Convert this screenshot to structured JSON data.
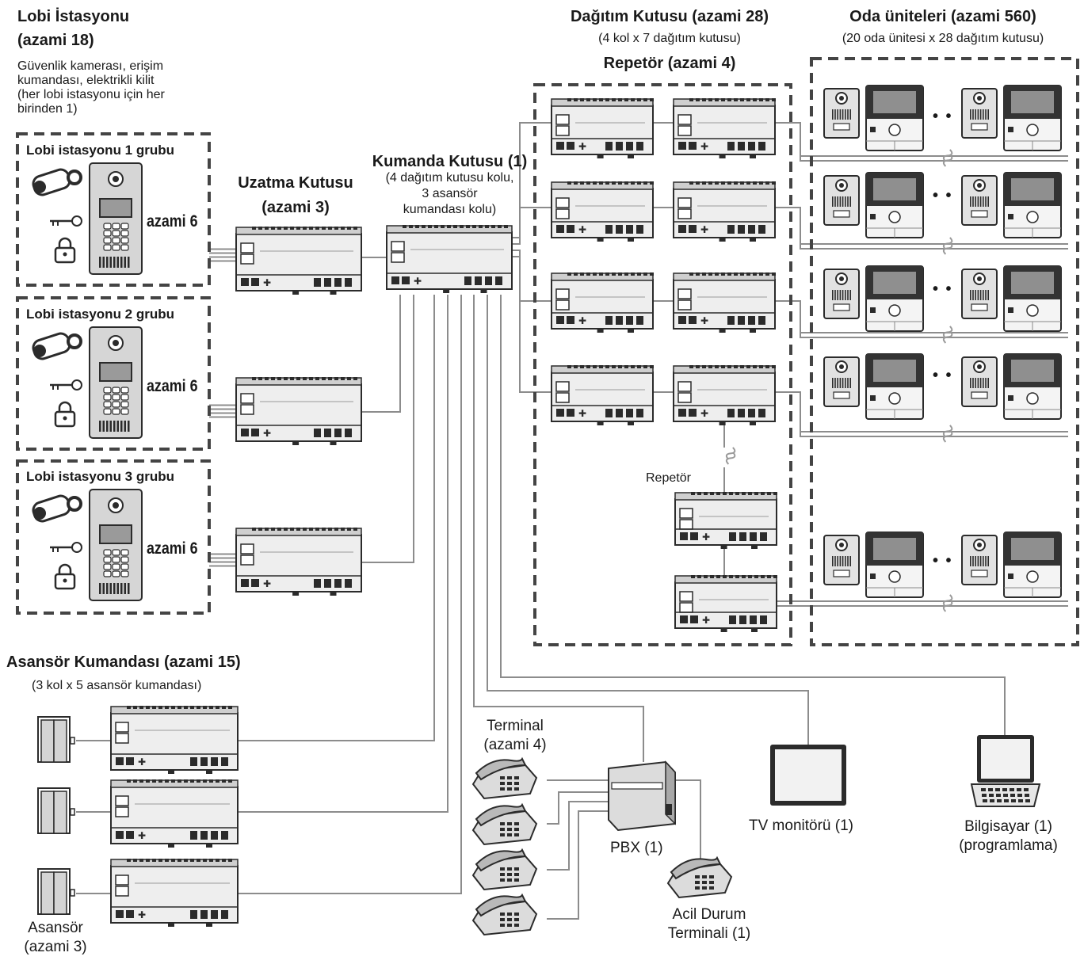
{
  "lobby": {
    "title": "Lobi İstasyonu",
    "max": "(azami 18)",
    "note_lines": [
      "Güvenlik kamerası, erişim",
      "kumandası, elektrikli kilit",
      "(her lobi istasyonu için her",
      "birinden 1)"
    ],
    "groups": [
      {
        "label": "Lobi istasyonu 1 grubu",
        "count": "azami 6"
      },
      {
        "label": "Lobi istasyonu 2 grubu",
        "count": "azami 6"
      },
      {
        "label": "Lobi istasyonu 3 grubu",
        "count": "azami 6"
      }
    ]
  },
  "extension": {
    "title": "Uzatma Kutusu",
    "max": "(azami 3)"
  },
  "control": {
    "title": "Kumanda Kutusu (1)",
    "sub_lines": [
      "(4 dağıtım kutusu kolu,",
      "3 asansör",
      "kumandası kolu)"
    ]
  },
  "distribution": {
    "title": "Dağıtım Kutusu (azami 28)",
    "sub": "(4 kol x 7 dağıtım kutusu)",
    "repeater_title": "Repetör (azami 4)",
    "repeater_label": "Repetör"
  },
  "rooms": {
    "title": "Oda üniteleri (azami 560)",
    "sub": "(20 oda ünitesi x 28 dağıtım kutusu)",
    "dots": "• •"
  },
  "elevator_control": {
    "title": "Asansör Kumandası (azami 15)",
    "sub": "(3 kol x 5 asansör kumandası)"
  },
  "elevator": {
    "label_lines": [
      "Asansör",
      "(azami 3)"
    ]
  },
  "terminal": {
    "label_lines": [
      "Terminal",
      "(azami 4)"
    ]
  },
  "pbx": {
    "label": "PBX (1)"
  },
  "emergency": {
    "label_lines": [
      "Acil Durum",
      "Terminali (1)"
    ]
  },
  "tv": {
    "label": "TV monitörü (1)"
  },
  "pc": {
    "label_lines": [
      "Bilgisayar (1)",
      "(programlama)"
    ]
  },
  "colors": {
    "line": "#8c8c8c",
    "box_fill": "#eeeeee",
    "dark": "#2b2b2b",
    "dash": "#444444"
  }
}
